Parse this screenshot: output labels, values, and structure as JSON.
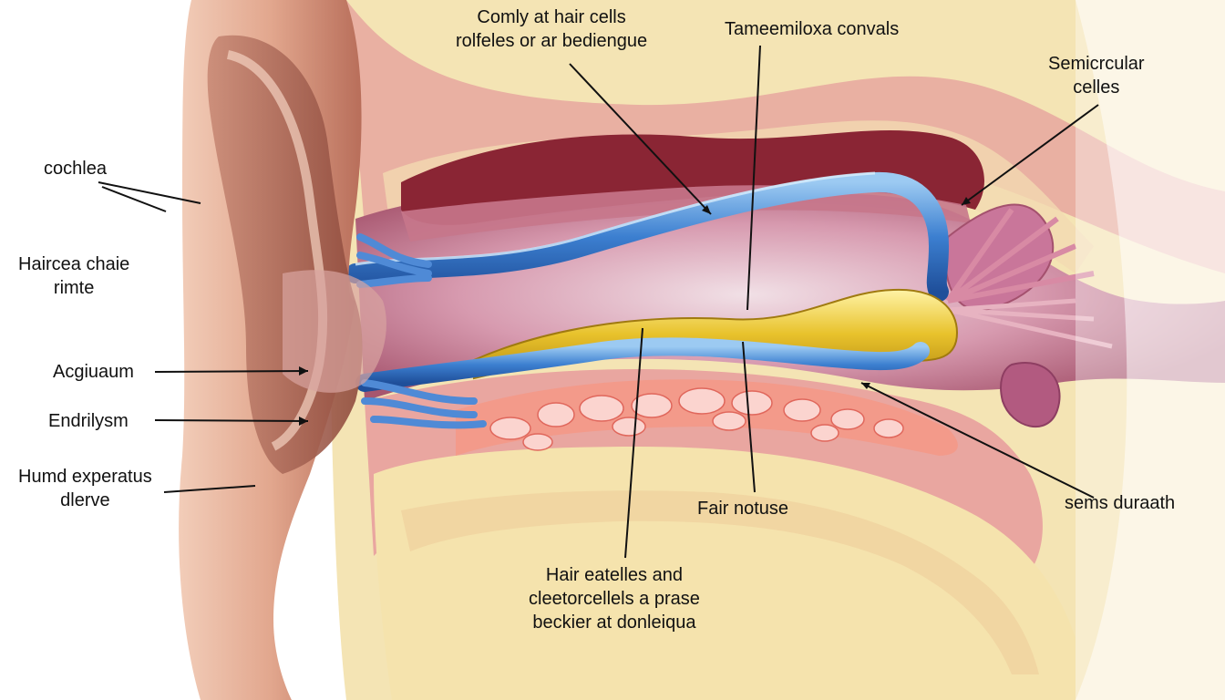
{
  "labels": {
    "top_center": [
      "Comly at hair cells",
      "rolfeles or ar bediengue"
    ],
    "top_right": "Tameemiloxa convals",
    "far_right": [
      "Semicrcular",
      "celles"
    ],
    "cochlea": "cochlea",
    "haircell": [
      "Haircea chaie",
      "rimte"
    ],
    "acgiuaum": "Acgiuaum",
    "endrilysm": "Endrilysm",
    "humd": [
      "Humd experatus",
      "dlerve"
    ],
    "fair": "Fair notuse",
    "sems": "sems duraath",
    "bottom": [
      "Hair eatelles and",
      "cleetorcellels a prase",
      "beckier at donleiqua"
    ]
  },
  "colors": {
    "skin": "#e9b9a3",
    "skin_shadow": "#b7705d",
    "bone": "#f6e9b8",
    "tissue": "#e8a7a3",
    "canal": "#c9889a",
    "dark_red": "#7e1d2c",
    "nerve_blue": "#3a78c8",
    "nerve_gold": "#e7c22e",
    "tissue_cells": "#f08a82",
    "leader": "#111111"
  }
}
